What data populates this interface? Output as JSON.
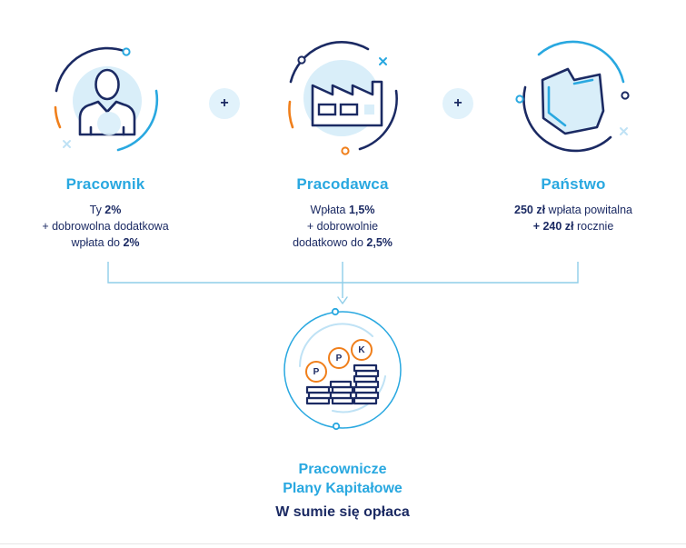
{
  "columns": [
    {
      "title": "Pracownik",
      "lines": [
        [
          {
            "t": "Ty "
          },
          {
            "t": "2%",
            "b": true
          }
        ],
        [
          {
            "t": "+ dobrowolna dodatkowa"
          }
        ],
        [
          {
            "t": "wpłata do "
          },
          {
            "t": "2%",
            "b": true
          }
        ]
      ]
    },
    {
      "title": "Pracodawca",
      "lines": [
        [
          {
            "t": "Wpłata "
          },
          {
            "t": "1,5%",
            "b": true
          }
        ],
        [
          {
            "t": "+ dobrowolnie"
          }
        ],
        [
          {
            "t": "dodatkowo do "
          },
          {
            "t": "2,5%",
            "b": true
          }
        ]
      ]
    },
    {
      "title": "Państwo",
      "lines": [
        [
          {
            "t": "250 zł",
            "b": true
          },
          {
            "t": " wpłata powitalna"
          }
        ],
        [
          {
            "t": "+ 240 zł",
            "b": true
          },
          {
            "t": " rocznie"
          }
        ]
      ]
    }
  ],
  "operators": [
    "+",
    "+"
  ],
  "coins": [
    "P",
    "P",
    "K"
  ],
  "result": {
    "title_line1": "Pracownicze",
    "title_line2": "Plany Kapitałowe",
    "tagline": "W sumie się opłaca"
  },
  "colors": {
    "navy": "#1b2a63",
    "blue": "#29a8e0",
    "light": "#d9eef9",
    "orange": "#f07f1b"
  }
}
